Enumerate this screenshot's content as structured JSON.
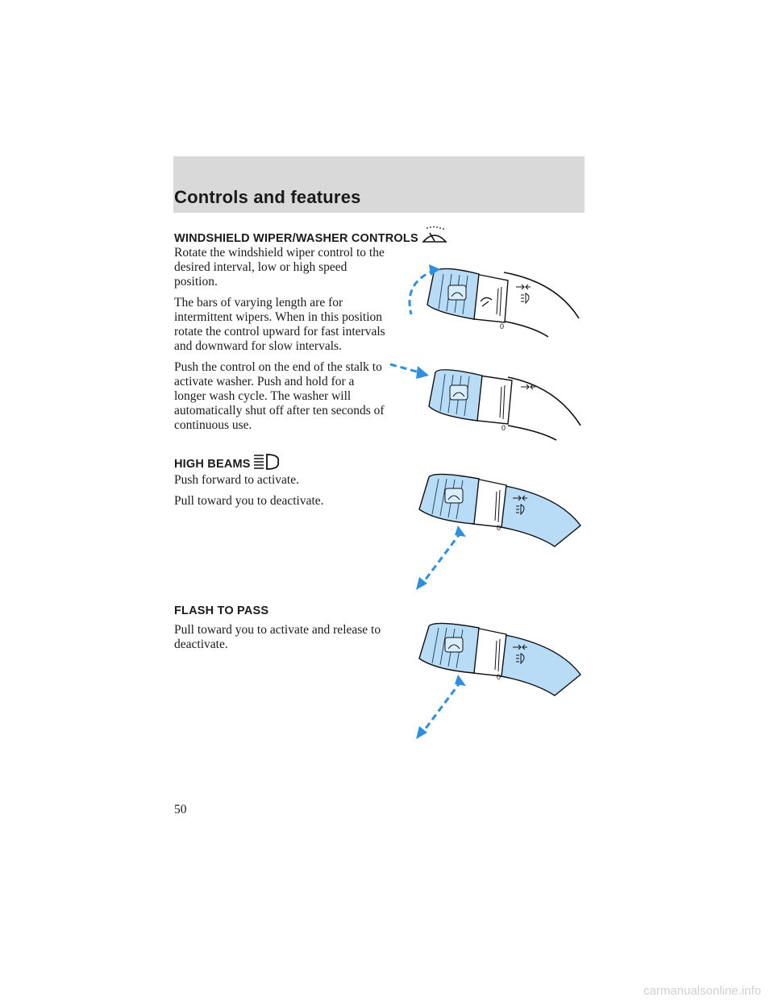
{
  "header": {
    "title": "Controls and features"
  },
  "sections": {
    "wiper": {
      "heading": "WINDSHIELD WIPER/WASHER CONTROLS",
      "icon": "windshield-wiper-icon",
      "paragraphs": [
        "Rotate the windshield wiper control to the desired interval, low or high speed position.",
        "The bars of varying length are for intermittent wipers. When in this position rotate the control upward for fast intervals and downward for slow intervals.",
        "Push the control on the end of the stalk to activate washer. Push and hold for a longer wash cycle. The washer will automatically shut off after ten seconds of continuous use."
      ]
    },
    "high_beams": {
      "heading": "HIGH BEAMS",
      "icon": "high-beam-icon",
      "paragraphs": [
        "Push forward to activate.",
        "Pull toward you to deactivate."
      ]
    },
    "flash_to_pass": {
      "heading": "FLASH TO PASS",
      "paragraphs": [
        "Pull toward you to activate and release to deactivate."
      ]
    }
  },
  "page_number": "50",
  "watermark": "carmanualsonline.info",
  "colors": {
    "accent_blue": "#2e8fe0",
    "stalk_fill": "#b8dcf5",
    "header_band": "#d9d9d9"
  }
}
